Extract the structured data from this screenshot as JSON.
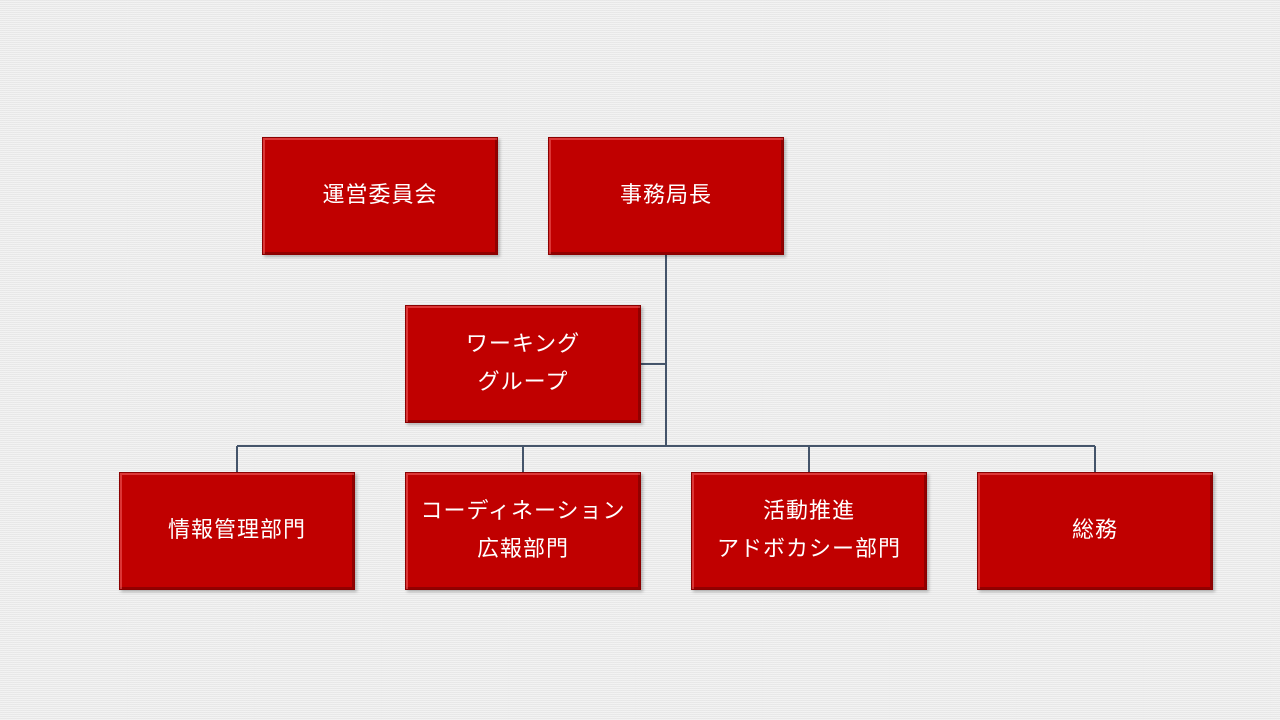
{
  "org_chart": {
    "steering_committee": {
      "lines": [
        "運営委員会"
      ]
    },
    "secretary_general": {
      "lines": [
        "事務局長"
      ]
    },
    "working_group": {
      "lines": [
        "ワーキング",
        "グループ"
      ]
    },
    "departments": [
      {
        "lines": [
          "情報管理部門"
        ]
      },
      {
        "lines": [
          "コーディネーション",
          "広報部門"
        ]
      },
      {
        "lines": [
          "活動推進",
          "アドボカシー部門"
        ]
      },
      {
        "lines": [
          "総務"
        ]
      }
    ]
  },
  "colors": {
    "box_fill": "#c00000",
    "box_text": "#ffffff",
    "connector": "#44546a",
    "background": "#ececec"
  }
}
